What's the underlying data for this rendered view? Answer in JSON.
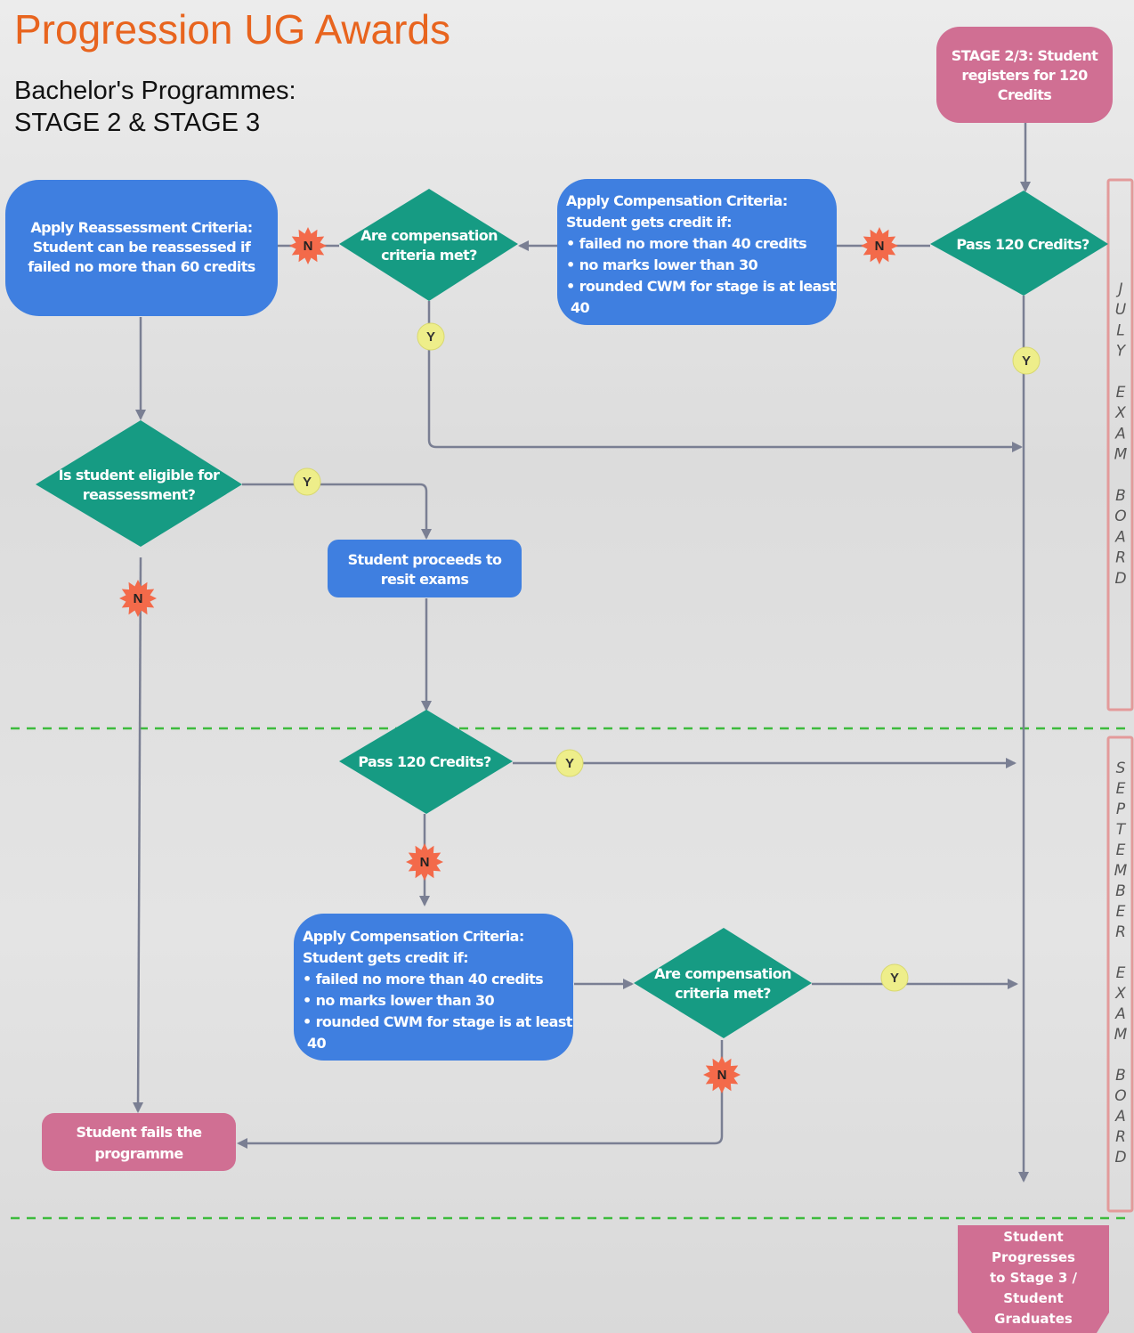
{
  "title": "Progression UG Awards",
  "subtitle_line1": "Bachelor's Programmes:",
  "subtitle_line2": "STAGE 2 & STAGE 3",
  "colors": {
    "title": "#e8641e",
    "process_blue": "#3f7fe0",
    "decision_green": "#169b83",
    "terminal_pink": "#d06f93",
    "no_badge": "#f36a4a",
    "yes_badge": "#eeee8a",
    "dashed_divider": "#3dbb3d",
    "band_border": "#e39a9a",
    "connector": "#7a7f93"
  },
  "bands": {
    "july": [
      "J",
      "U",
      "L",
      "Y",
      "",
      "E",
      "X",
      "A",
      "M",
      "",
      "B",
      "O",
      "A",
      "R",
      "D"
    ],
    "september": [
      "S",
      "E",
      "P",
      "T",
      "E",
      "M",
      "B",
      "E",
      "R",
      "",
      "E",
      "X",
      "A",
      "M",
      "",
      "B",
      "O",
      "A",
      "R",
      "D"
    ]
  },
  "nodes": {
    "start": [
      "STAGE 2/3: Student",
      "registers for 120",
      "Credits"
    ],
    "pass1": [
      "Pass 120 Credits?"
    ],
    "comp1": [
      "Apply Compensation Criteria:",
      "Student gets credit if:",
      "• failed no more than 40 credits",
      "• no marks lower than 30",
      "• rounded CWM for stage is at least",
      "  40"
    ],
    "compmet1": [
      "Are compensation",
      "criteria met?"
    ],
    "reass": [
      "Apply Reassessment Criteria:",
      "Student can be reassessed if",
      "failed no more than 60 credits"
    ],
    "eligible": [
      "Is student eligible for",
      "reassessment?"
    ],
    "resit": [
      "Student proceeds to",
      "resit exams"
    ],
    "pass2": [
      "Pass 120 Credits?"
    ],
    "comp2": [
      "Apply Compensation Criteria:",
      "Student gets credit if:",
      "• failed no more than 40 credits",
      "• no marks lower than 30",
      "• rounded CWM for stage is at least",
      "  40"
    ],
    "compmet2": [
      "Are compensation",
      "criteria met?"
    ],
    "fail": [
      "Student fails the",
      "programme"
    ],
    "end": [
      "Student",
      "Progresses",
      "to Stage 3 /",
      "Student",
      "Graduates"
    ]
  },
  "badges": {
    "no": "N",
    "yes": "Y"
  }
}
